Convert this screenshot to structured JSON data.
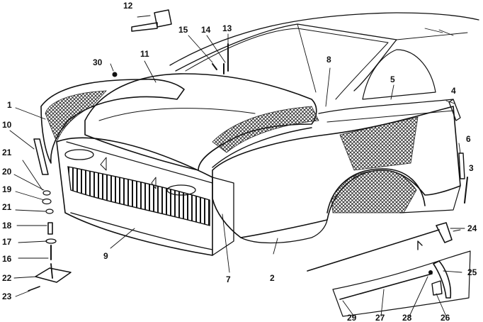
{
  "callouts": [
    {
      "id": "c1",
      "text": "1"
    },
    {
      "id": "c2",
      "text": "2"
    },
    {
      "id": "c3",
      "text": "3"
    },
    {
      "id": "c4",
      "text": "4"
    },
    {
      "id": "c5",
      "text": "5"
    },
    {
      "id": "c6",
      "text": "6"
    },
    {
      "id": "c7",
      "text": "7"
    },
    {
      "id": "c8",
      "text": "8"
    },
    {
      "id": "c9",
      "text": "9"
    },
    {
      "id": "c10",
      "text": "10"
    },
    {
      "id": "c11",
      "text": "11"
    },
    {
      "id": "c12",
      "text": "12"
    },
    {
      "id": "c13",
      "text": "13"
    },
    {
      "id": "c14",
      "text": "14"
    },
    {
      "id": "c15",
      "text": "15"
    },
    {
      "id": "c16",
      "text": "16"
    },
    {
      "id": "c17",
      "text": "17"
    },
    {
      "id": "c18",
      "text": "18"
    },
    {
      "id": "c19",
      "text": "19"
    },
    {
      "id": "c20",
      "text": "20"
    },
    {
      "id": "c21a",
      "text": "21"
    },
    {
      "id": "c21b",
      "text": "21"
    },
    {
      "id": "c22",
      "text": "22"
    },
    {
      "id": "c23",
      "text": "23"
    },
    {
      "id": "c24",
      "text": "24"
    },
    {
      "id": "c25",
      "text": "25"
    },
    {
      "id": "c26",
      "text": "26"
    },
    {
      "id": "c27",
      "text": "27"
    },
    {
      "id": "c28",
      "text": "28"
    },
    {
      "id": "c29",
      "text": "29"
    },
    {
      "id": "c30",
      "text": "30"
    }
  ],
  "colors": {
    "ink": "#111111",
    "paper": "#ffffff"
  }
}
